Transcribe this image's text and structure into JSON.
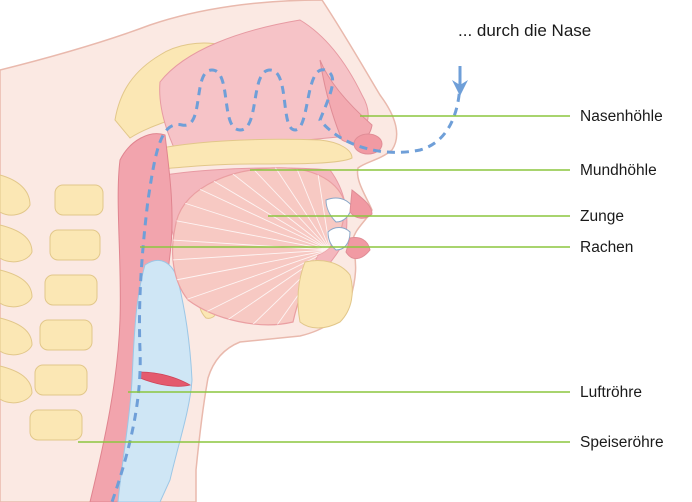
{
  "caption": "... durch die Nase",
  "labels": {
    "nasenhoehle": "Nasenhöhle",
    "mundhoehle": "Mundhöhle",
    "zunge": "Zunge",
    "rachen": "Rachen",
    "luftroehre": "Luftröhre",
    "speiseroehre": "Speiseröhre"
  },
  "colors": {
    "leader_line": "#8cc63f",
    "airflow": "#6f9fd8",
    "skin": "#fbe9e3",
    "tissue": "#f4b7bd",
    "bone": "#fbe7b4",
    "airway": "#cfe6f5"
  }
}
